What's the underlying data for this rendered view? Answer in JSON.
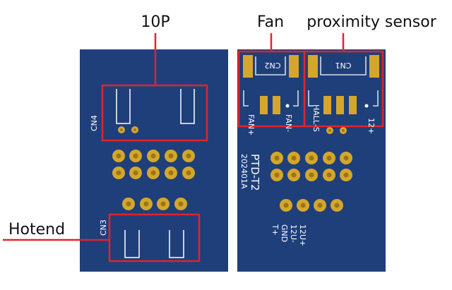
{
  "callouts": {
    "ten_pin": "10P",
    "fan": "Fan",
    "proximity_sensor": "proximity sensor",
    "hotend": "Hotend"
  },
  "left_board": {
    "cn4": "CN4",
    "cn3": "CN3"
  },
  "right_board": {
    "cn2": "CN2",
    "cn1": "CN1",
    "fan_plus": "FAN+",
    "fan_minus": "FAN-",
    "hall_s": "HALL-S",
    "v12_plus_top": "12+",
    "board_name": "PTD-T2",
    "board_date": "202401A",
    "v12u_plus": "12U+",
    "v12u_minus": "12U-",
    "gnd": "GND",
    "t_plus": "T+"
  },
  "colors": {
    "board": "#1f3f7a",
    "board_dark": "#183263",
    "pad_gold": "#d4a72c",
    "highlight_red": "#e0242b",
    "silkscreen": "#ffffff"
  }
}
